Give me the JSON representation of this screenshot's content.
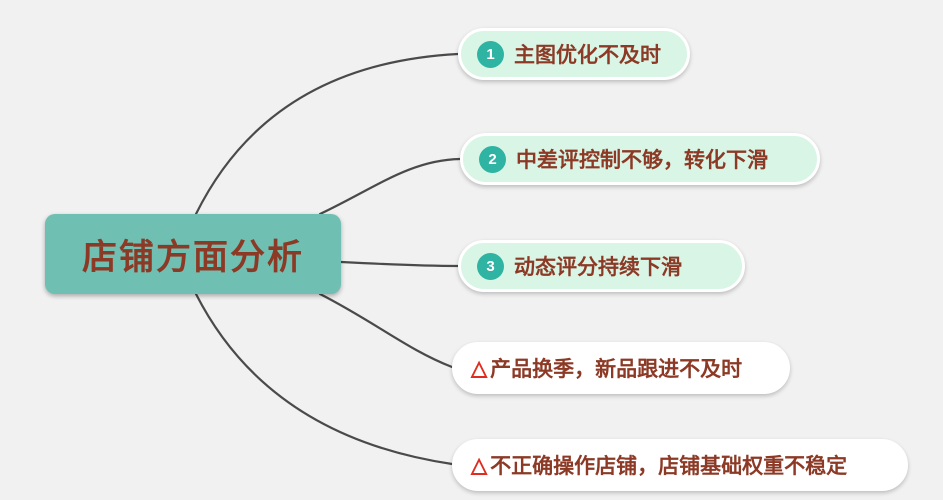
{
  "root": {
    "label": "店铺方面分析",
    "bg_color": "#6fc0b2",
    "text_color": "#8c3a26"
  },
  "branches": [
    {
      "type": "numbered",
      "number": "1",
      "label": "主图优化不及时"
    },
    {
      "type": "numbered",
      "number": "2",
      "label": "中差评控制不够，转化下滑"
    },
    {
      "type": "numbered",
      "number": "3",
      "label": "动态评分持续下滑"
    },
    {
      "type": "triangle",
      "marker": "△",
      "label": "产品换季，新品跟进不及时"
    },
    {
      "type": "triangle",
      "marker": "△",
      "label": "不正确操作店铺，店铺基础权重不稳定"
    }
  ],
  "colors": {
    "background": "#f1f1f1",
    "mint_pill": "#d9f5e6",
    "white_pill": "#ffffff",
    "badge_teal": "#2fb3a3",
    "text_brick": "#8c3a26",
    "triangle_red": "#e02b20",
    "connector_gray": "#4a4a4a"
  }
}
